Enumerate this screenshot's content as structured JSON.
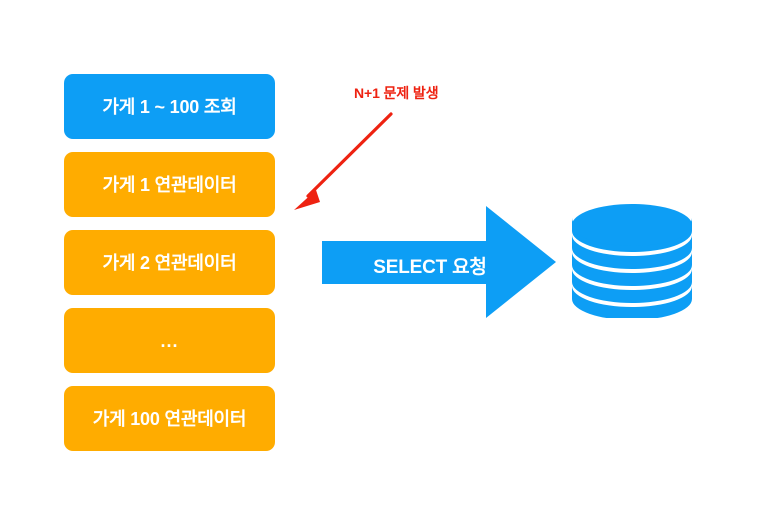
{
  "diagram": {
    "title": "N+1 query problem diagram",
    "colors": {
      "primary_blue": "#0d9ef5",
      "related_orange": "#ffac00",
      "annotation_red": "#ee2211",
      "text_white": "#ffffff",
      "background": "#ffffff"
    },
    "entity_boxes": [
      {
        "label": "가게 1 ~ 100 조회",
        "type": "primary"
      },
      {
        "label": "가게 1 연관데이터",
        "type": "related"
      },
      {
        "label": "가게 2 연관데이터",
        "type": "related"
      },
      {
        "label": "...",
        "type": "related"
      },
      {
        "label": "가게 100 연관데이터",
        "type": "related"
      }
    ],
    "annotation": {
      "label": "N+1 문제 발생",
      "arrow_icon": "diagonal-arrow-down-left-icon"
    },
    "request_arrow": {
      "label": "SELECT 요청",
      "icon": "right-arrow-icon"
    },
    "database": {
      "icon": "database-cylinder-icon",
      "disc_count": 6
    }
  }
}
